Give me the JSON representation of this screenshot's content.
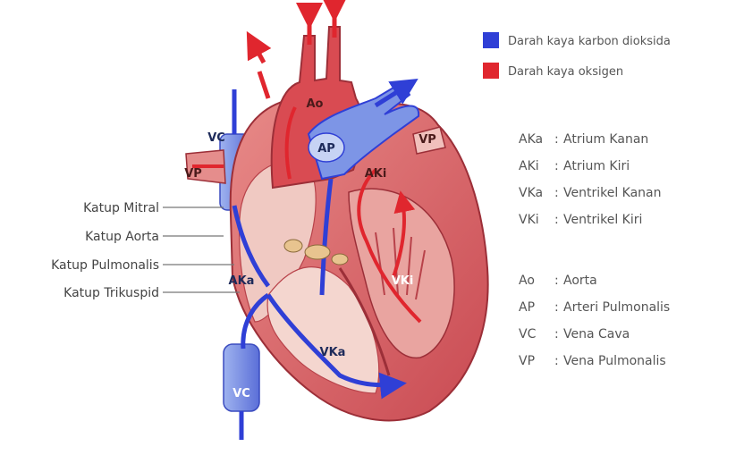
{
  "legend": {
    "items": [
      {
        "label": "Darah kaya karbon dioksida",
        "color": "#2f3fd6"
      },
      {
        "label": "Darah kaya oksigen",
        "color": "#e0262e"
      }
    ]
  },
  "valve_labels": {
    "mitral": "Katup Mitral",
    "aorta": "Katup Aorta",
    "pulmonalis": "Katup Pulmonalis",
    "trikuspid": "Katup Trikuspid"
  },
  "heart_labels": {
    "ao": "Ao",
    "ap": "AP",
    "vc_top": "VC",
    "vp_left": "VP",
    "vp_right": "VP",
    "aki": "AKi",
    "aka": "AKa",
    "vki": "VKi",
    "vka": "VKa",
    "vc_bottom": "VC"
  },
  "abbreviations": [
    {
      "code": "AKa",
      "sep": ":",
      "meaning": "Atrium Kanan"
    },
    {
      "code": "AKi",
      "sep": ":",
      "meaning": "Atrium Kiri"
    },
    {
      "code": "VKa",
      "sep": ":",
      "meaning": "Ventrikel Kanan"
    },
    {
      "code": "VKi",
      "sep": ":",
      "meaning": "Ventrikel Kiri"
    },
    {
      "code": "Ao",
      "sep": ":",
      "meaning": "Aorta"
    },
    {
      "code": "AP",
      "sep": ":",
      "meaning": "Arteri Pulmonalis"
    },
    {
      "code": "VC",
      "sep": ":",
      "meaning": "Vena Cava"
    },
    {
      "code": "VP",
      "sep": ":",
      "meaning": "Vena Pulmonalis"
    }
  ],
  "colors": {
    "muscle": "#d9666a",
    "muscle_dark": "#b8424a",
    "muscle_light": "#f2c4bf",
    "oxygen": "#e0262e",
    "co2": "#2f3fd6",
    "vessel_blue_light": "#8fa6e8"
  }
}
